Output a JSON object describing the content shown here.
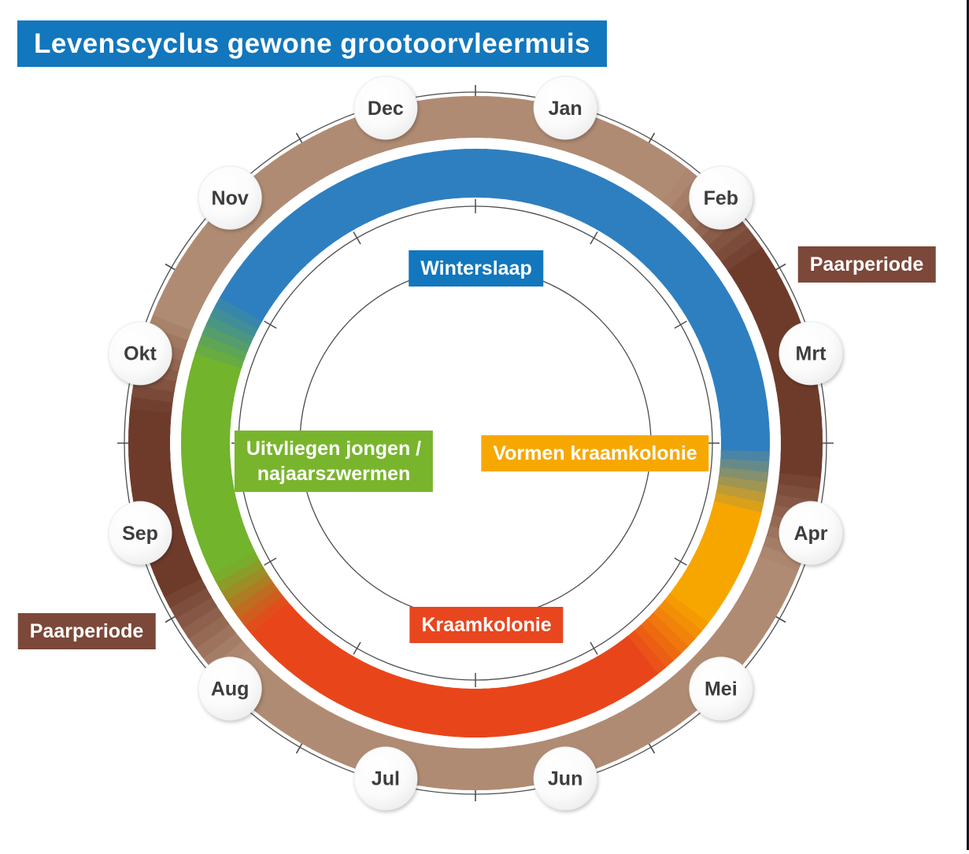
{
  "title": "Levenscyclus gewone grootoorvleermuis",
  "months": [
    "Jan",
    "Feb",
    "Mrt",
    "Apr",
    "Mei",
    "Jun",
    "Jul",
    "Aug",
    "Sep",
    "Okt",
    "Nov",
    "Dec"
  ],
  "labels": {
    "winterslaap": "Winterslaap",
    "vormen_kraamkolonie": "Vormen kraamkolonie",
    "kraamkolonie": "Kraamkolonie",
    "uitvliegen_line1": "Uitvliegen jongen /",
    "uitvliegen_line2": "najaarszwermen",
    "paarperiode_right": "Paarperiode",
    "paarperiode_left": "Paarperiode"
  },
  "colors": {
    "title_blue": "#1277bd",
    "ring_blue": "#2e7fc0",
    "ring_yellow": "#f7a600",
    "ring_red": "#e8461a",
    "ring_green": "#72b42c",
    "ring_brown_light": "#b08b73",
    "ring_brown_dark": "#6e3b2b",
    "box_yellow": "#f7a800",
    "box_red": "#e8461f",
    "box_green": "#78b52c",
    "box_brown": "#7b4839",
    "month_text": "#3d3d3d",
    "line_gray": "#4d4d4d"
  },
  "cycle": {
    "phases": [
      {
        "name": "Winterslaap",
        "color": "#2e7fc0",
        "months_span": "Nov-Apr"
      },
      {
        "name": "Vormen kraamkolonie",
        "color": "#f7a600",
        "months_span": "Apr-Mei"
      },
      {
        "name": "Kraamkolonie",
        "color": "#e8461a",
        "months_span": "Mei-Aug"
      },
      {
        "name": "Uitvliegen jongen / najaarszwermen",
        "color": "#72b42c",
        "months_span": "Aug-Okt"
      },
      {
        "name": "Paarperiode",
        "color": "#6e3b2b",
        "months_span": "Feb-Apr en Aug-Okt"
      }
    ],
    "inner_ring_stops": [
      {
        "a": 0,
        "c": "#2e7fc0"
      },
      {
        "a": 91,
        "c": "#2e7fc0"
      },
      {
        "a": 105,
        "c": "#f7a600"
      },
      {
        "a": 127,
        "c": "#f7a600"
      },
      {
        "a": 143,
        "c": "#e8461a"
      },
      {
        "a": 230,
        "c": "#e8461a"
      },
      {
        "a": 244,
        "c": "#72b42c"
      },
      {
        "a": 287,
        "c": "#72b42c"
      },
      {
        "a": 301,
        "c": "#2e7fc0"
      },
      {
        "a": 360,
        "c": "#2e7fc0"
      }
    ],
    "outer_ring_stops": [
      {
        "a": 0,
        "c": "#b08b73"
      },
      {
        "a": 38,
        "c": "#b08b73"
      },
      {
        "a": 57,
        "c": "#6e3b2b"
      },
      {
        "a": 95,
        "c": "#6e3b2b"
      },
      {
        "a": 112,
        "c": "#b08b73"
      },
      {
        "a": 228,
        "c": "#b08b73"
      },
      {
        "a": 245,
        "c": "#6e3b2b"
      },
      {
        "a": 276,
        "c": "#6e3b2b"
      },
      {
        "a": 293,
        "c": "#b08b73"
      },
      {
        "a": 360,
        "c": "#b08b73"
      }
    ]
  }
}
